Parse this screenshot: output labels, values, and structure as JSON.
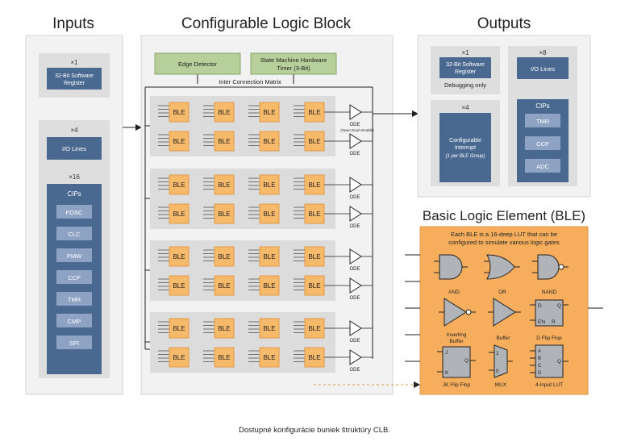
{
  "titles": {
    "inputs": "Inputs",
    "clb": "Configurable Logic Block",
    "outputs": "Outputs",
    "ble_title": "Basic Logic Element (BLE)"
  },
  "inputs": {
    "reg_count": "×1",
    "reg_label_1": "32-Bit Software",
    "reg_label_2": "Register",
    "io_count": "×4",
    "io_label": "I/O Lines",
    "cips_count": "×16",
    "cips_title": "CIPs",
    "cips": [
      "FOSC",
      "CLC",
      "PMW",
      "CCP",
      "TMR",
      "CMP",
      "SPI"
    ]
  },
  "clb": {
    "edge_detector": "Edge Detector",
    "smt_1": "State Machine Hardware",
    "smt_2": "Timer (3-Bit)",
    "matrix": "Inter Connection Matrix",
    "ble": "BLE",
    "ode": "ODE",
    "ode_note": "(Open Drain Enable)"
  },
  "outputs": {
    "reg_count": "×1",
    "reg_label_1": "32-Bit Software",
    "reg_label_2": "Register",
    "debug": "Debugging only",
    "io_count": "×8",
    "io_label": "I/O Lines",
    "int_count": "×4",
    "int_1": "Configurable",
    "int_2": "Interrupt",
    "int_3": "(1 per BLE Group)",
    "cips_title": "CIPs",
    "cips": [
      "TMR",
      "CCP",
      "ADC"
    ]
  },
  "ble_panel": {
    "desc_1": "Each BLE is a 16-deep LUT that can be",
    "desc_2": "configured to simulate various logic gates",
    "gates": [
      "AND",
      "OR",
      "NAND",
      "Inverting Buffer",
      "Buffer",
      "D Flip Flop",
      "JK Flip Flop",
      "MUX",
      "4-Input LUT"
    ]
  },
  "caption": "Dostupné konfigurácie buniek štruktúry CLB.",
  "colors": {
    "panel": "#f2f2f2",
    "panel_border": "#cfcfcf",
    "navy": "#4a6990",
    "ble": "#f7b96a",
    "green": "#b7cf9a",
    "orange_panel": "#f6ae5d"
  }
}
